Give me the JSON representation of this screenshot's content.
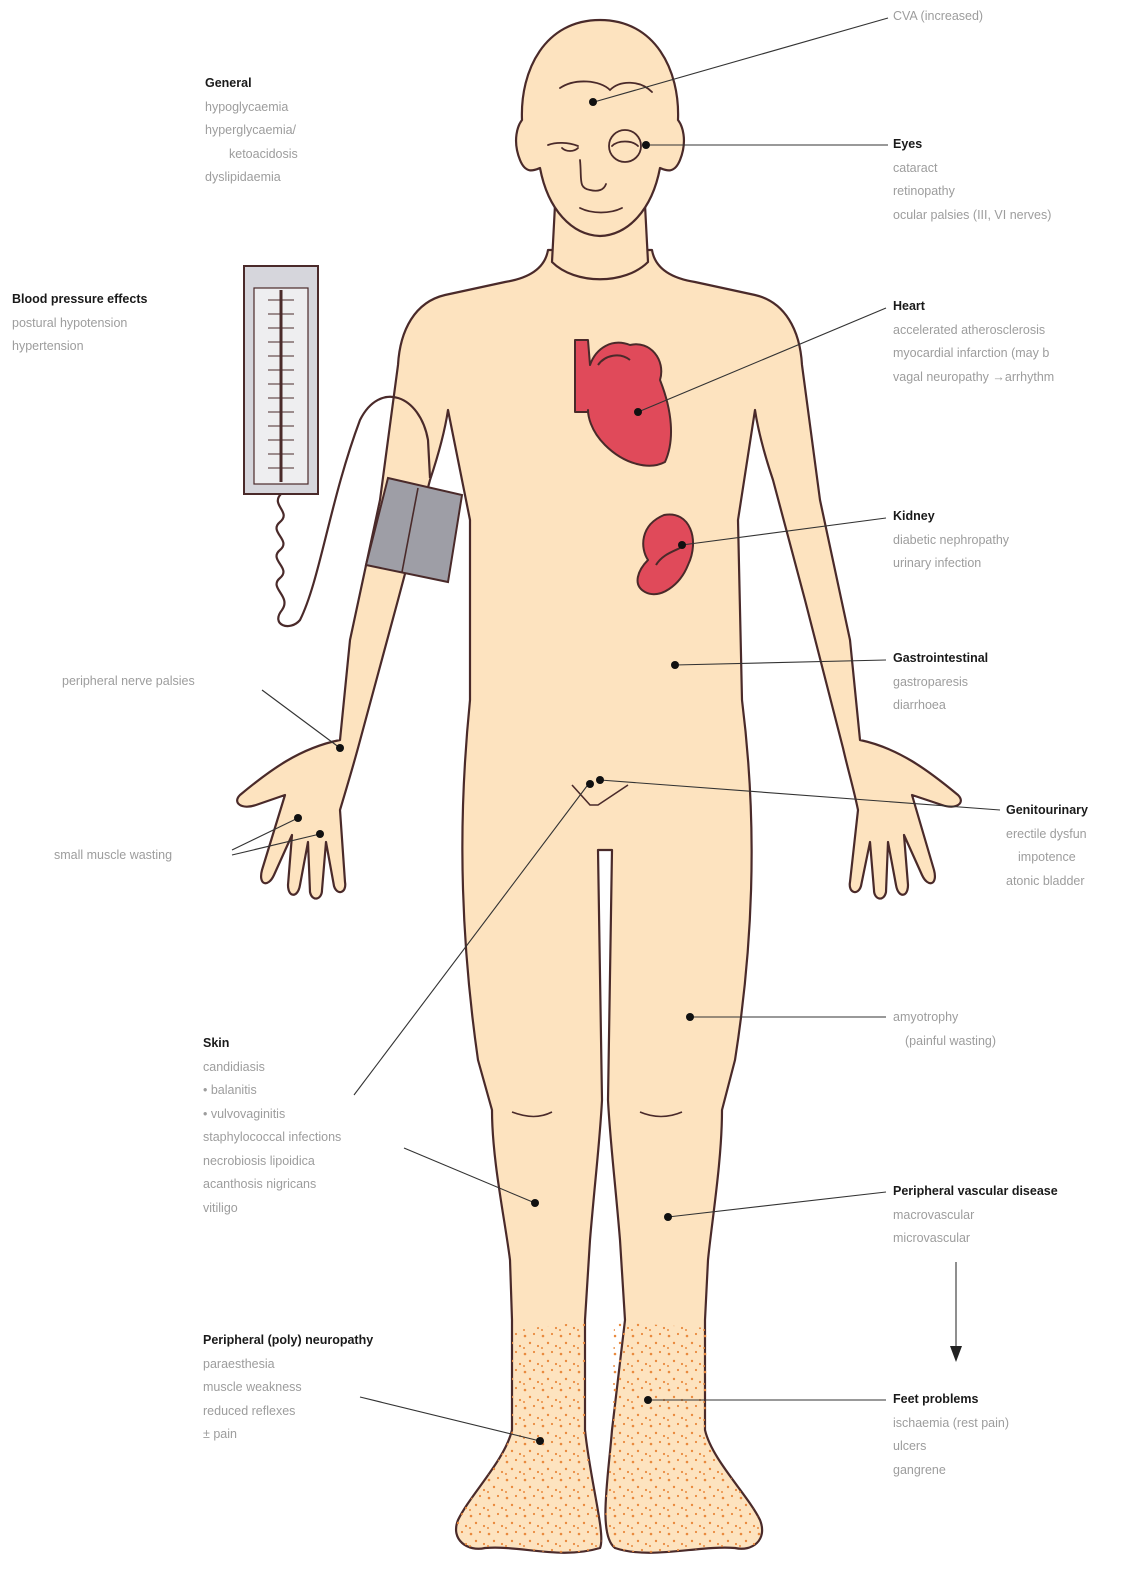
{
  "cva": {
    "text": "CVA (increased)"
  },
  "general": {
    "title": "General",
    "items": [
      "hypoglycaemia",
      "hyperglycaemia/",
      "ketoacidosis",
      "dyslipidaemia"
    ]
  },
  "blood_pressure": {
    "title": "Blood pressure effects",
    "items": [
      "postural hypotension",
      "hypertension"
    ]
  },
  "eyes": {
    "title": "Eyes",
    "items": [
      "cataract",
      "retinopathy",
      "ocular palsies (III, VI nerves)"
    ]
  },
  "heart": {
    "title": "Heart",
    "items": [
      "accelerated atherosclerosis",
      "myocardial infarction (may b",
      "vagal neuropathy →arrhythm"
    ]
  },
  "kidney": {
    "title": "Kidney",
    "items": [
      "diabetic nephropathy",
      "urinary infection"
    ]
  },
  "gastrointestinal": {
    "title": "Gastrointestinal",
    "items": [
      "gastroparesis",
      "diarrhoea"
    ]
  },
  "genitourinary": {
    "title": "Genitourinary",
    "items": [
      "erectile dysfun",
      "impotence",
      "atonic bladder"
    ]
  },
  "peripheral_nerve": {
    "text": "peripheral nerve palsies"
  },
  "small_muscle": {
    "text": "small muscle wasting"
  },
  "amyotrophy": {
    "items": [
      "amyotrophy",
      "(painful wasting)"
    ]
  },
  "skin": {
    "title": "Skin",
    "items": [
      "candidiasis",
      "•  balanitis",
      "•  vulvovaginitis",
      "staphylococcal infections",
      "necrobiosis lipoidica",
      "acanthosis nigricans",
      "vitiligo"
    ]
  },
  "pvd": {
    "title": "Peripheral vascular disease",
    "items": [
      "macrovascular",
      "microvascular"
    ]
  },
  "neuropathy": {
    "title": "Peripheral (poly) neuropathy",
    "items": [
      "paraesthesia",
      "muscle weakness",
      "reduced reflexes",
      "± pain"
    ]
  },
  "feet": {
    "title": "Feet problems",
    "items": [
      "ischaemia (rest pain)",
      "ulcers",
      "gangrene"
    ]
  },
  "colors": {
    "skin": "#fde3bf",
    "outline": "#4a2a2a",
    "organ": "#e04a5a",
    "cuff": "#9e9ea6",
    "speckle": "#e98a3e",
    "text_head": "#1a1a1a",
    "text_item": "#9d9d9d"
  }
}
